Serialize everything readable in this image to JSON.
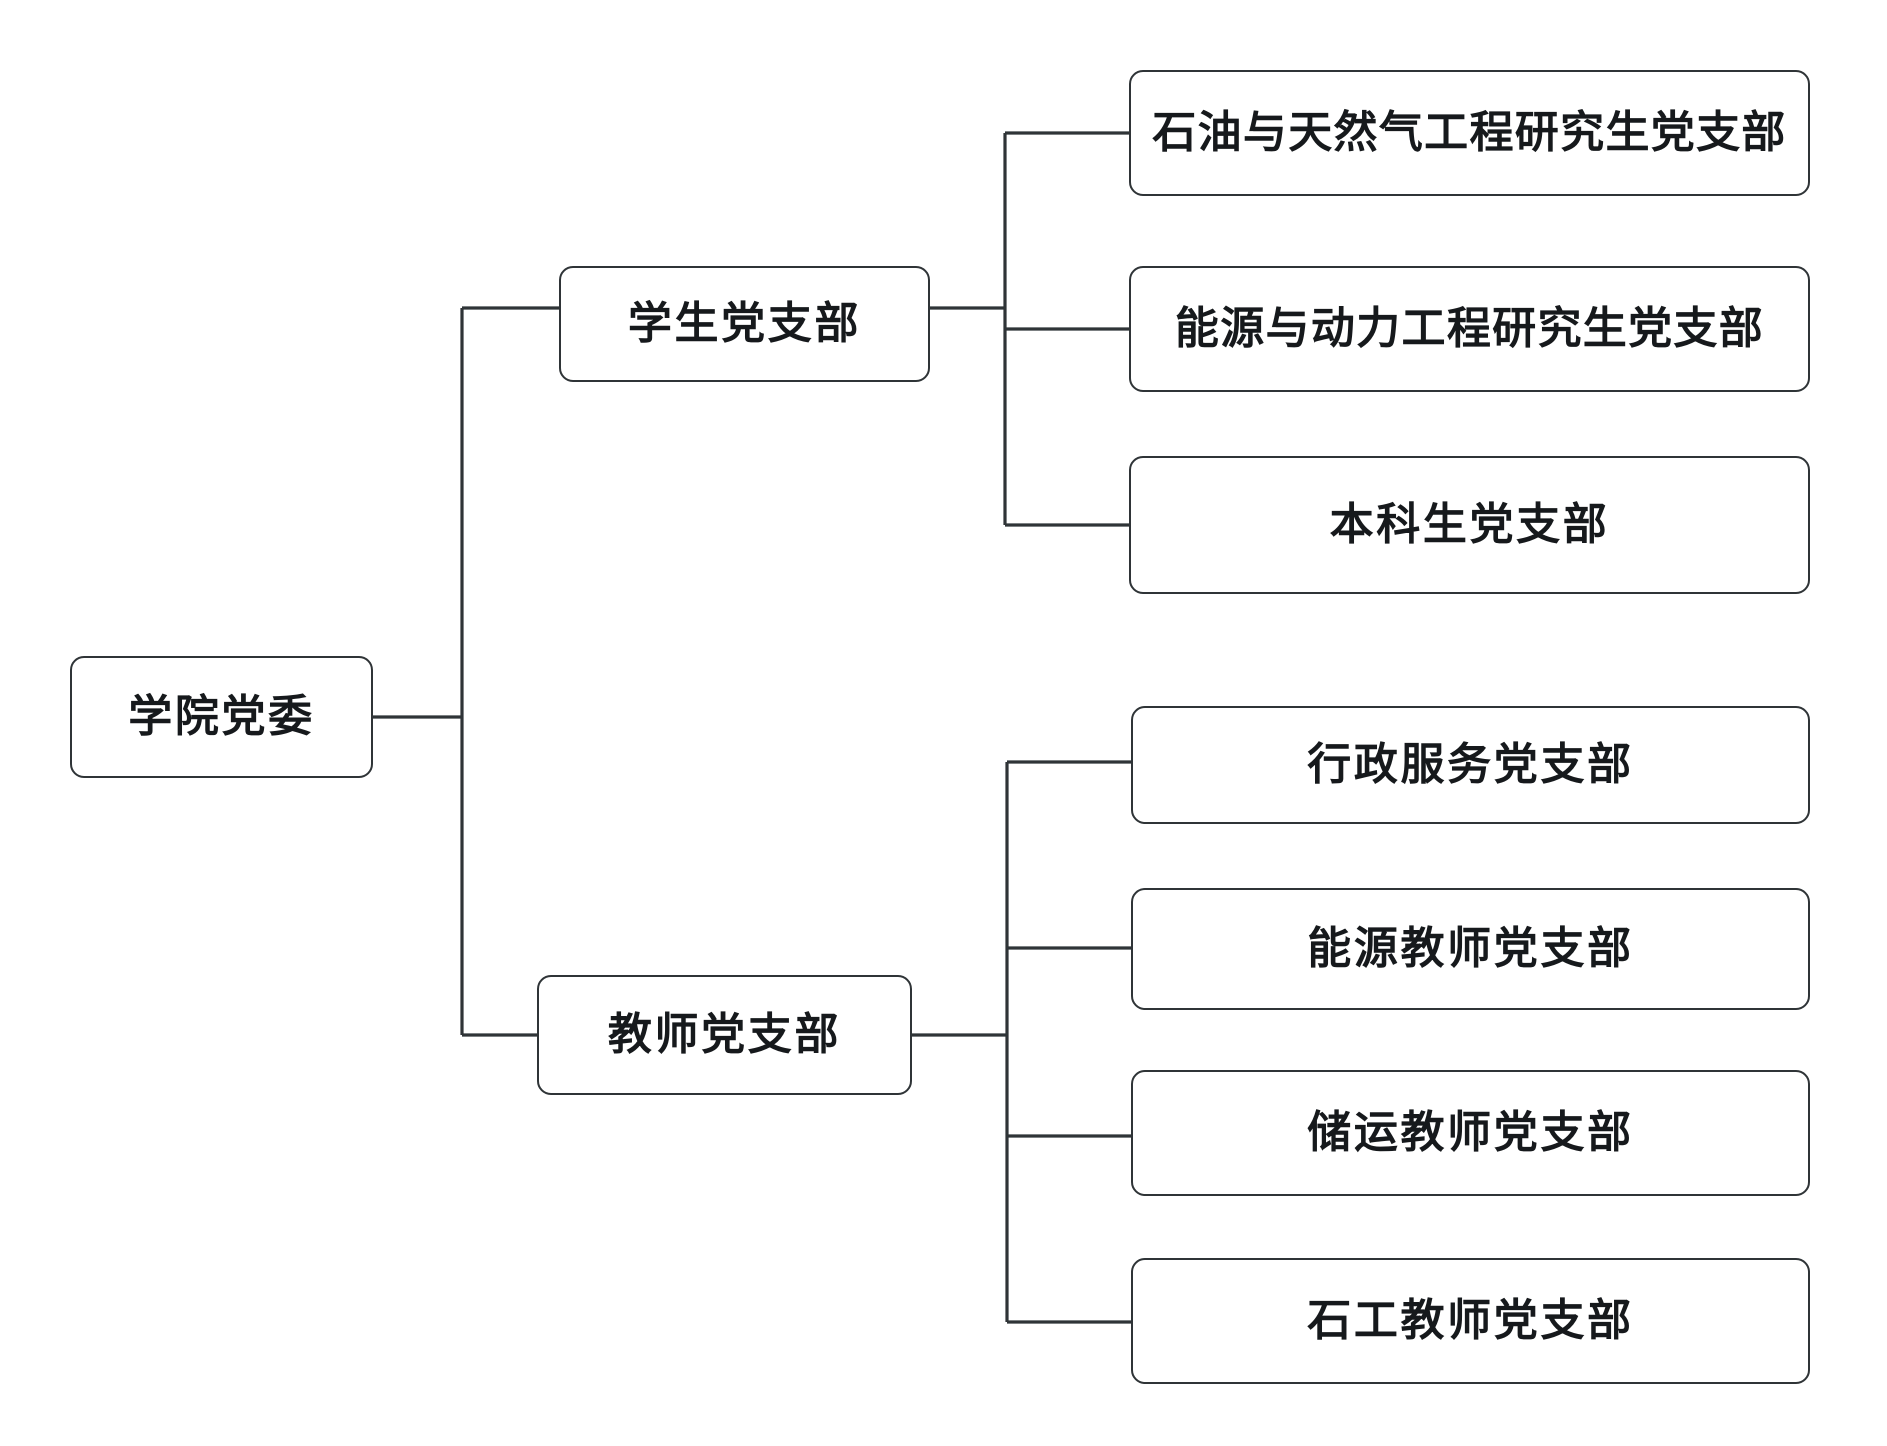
{
  "diagram": {
    "type": "org-chart",
    "orientation": "left-to-right",
    "background_color": "#ffffff",
    "line_color": "#2f3437",
    "box_border_color": "#2f3437",
    "text_color": "#16191c",
    "root": {
      "id": "root",
      "label": "学院党委"
    },
    "branches": [
      {
        "id": "student",
        "label": "学生党支部"
      },
      {
        "id": "teacher",
        "label": "教师党支部"
      }
    ],
    "leaves": {
      "student": [
        {
          "id": "s1",
          "label": "石油与天然气工程研究生党支部"
        },
        {
          "id": "s2",
          "label": "能源与动力工程研究生党支部"
        },
        {
          "id": "s3",
          "label": "本科生党支部"
        }
      ],
      "teacher": [
        {
          "id": "t1",
          "label": "行政服务党支部"
        },
        {
          "id": "t2",
          "label": "能源教师党支部"
        },
        {
          "id": "t3",
          "label": "储运教师党支部"
        },
        {
          "id": "t4",
          "label": "石工教师党支部"
        }
      ]
    }
  }
}
